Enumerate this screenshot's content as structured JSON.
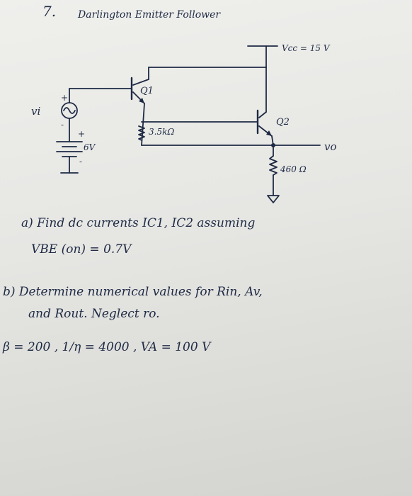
{
  "header": {
    "number": "7.",
    "title": "Darlington Emitter Follower"
  },
  "circuit": {
    "vcc_label": "Vcc = 15 V",
    "q1_label": "Q1",
    "q2_label": "Q2",
    "vi_label": "vi",
    "plus_src": "+",
    "minus_src": "-",
    "plus_bat": "+",
    "minus_bat": "-",
    "bias_label": "6V",
    "r1_label": "3.5kΩ",
    "re_label": "460 Ω",
    "vo_label": "vo"
  },
  "questions": {
    "a_line1": "a) Find dc currents IC1, IC2 assuming",
    "a_line2": "VBE (on) = 0.7V",
    "b_line1": "b) Determine numerical values for Rin, Av,",
    "b_line2": "and Rout. Neglect ro.",
    "params": "β = 200 , 1/η = 4000 , VA = 100 V"
  }
}
